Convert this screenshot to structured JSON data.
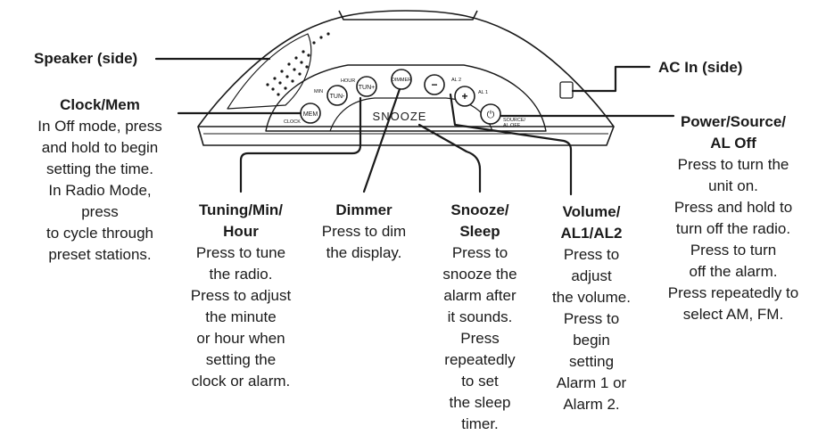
{
  "device": {
    "buttons": {
      "mem": "MEM",
      "tun_minus": "TUN-",
      "tun_plus": "TUN+",
      "dimmer": "DIMMER",
      "minus": "−",
      "plus": "+",
      "power": "⏻"
    },
    "panel_labels": {
      "clock": "CLOCK",
      "min": "MIN",
      "hour": "HOUR",
      "al1": "AL 1",
      "al2": "AL 2",
      "source_al_off_1": "SOURCE/",
      "source_al_off_2": "AL OFF",
      "snooze": "SNOOZE"
    }
  },
  "callouts": {
    "speaker": {
      "title": "Speaker (side)"
    },
    "ac_in": {
      "title": "AC In (side)"
    },
    "clock_mem": {
      "title": "Clock/Mem",
      "lines": [
        "In Off mode, press",
        "and hold to begin",
        "setting the time.",
        "In  Radio Mode,",
        "press",
        "to cycle through",
        "preset stations."
      ]
    },
    "tuning": {
      "title_lines": [
        "Tuning/Min/",
        "Hour"
      ],
      "lines": [
        "Press to tune",
        "the radio.",
        "Press to adjust",
        "the minute",
        "or hour when",
        "setting the",
        "clock or alarm."
      ]
    },
    "dimmer": {
      "title": "Dimmer",
      "lines": [
        "Press to dim",
        "the display."
      ]
    },
    "snooze": {
      "title_lines": [
        "Snooze/",
        "Sleep"
      ],
      "lines": [
        "Press to",
        "snooze the",
        "alarm after",
        "it sounds.",
        "Press",
        "repeatedly",
        "to set",
        "the sleep",
        "timer."
      ]
    },
    "volume": {
      "title_lines": [
        "Volume/",
        "AL1/AL2"
      ],
      "lines": [
        "Press to",
        "adjust",
        "the volume.",
        "Press to",
        "begin",
        "setting",
        "Alarm 1 or",
        "Alarm 2."
      ]
    },
    "power": {
      "title_lines": [
        "Power/Source/",
        "AL Off"
      ],
      "lines": [
        "Press to turn the",
        "unit on.",
        "Press and hold to",
        "turn off the radio.",
        "Press to turn",
        "off the alarm.",
        "Press repeatedly to",
        "select AM, FM."
      ]
    }
  }
}
